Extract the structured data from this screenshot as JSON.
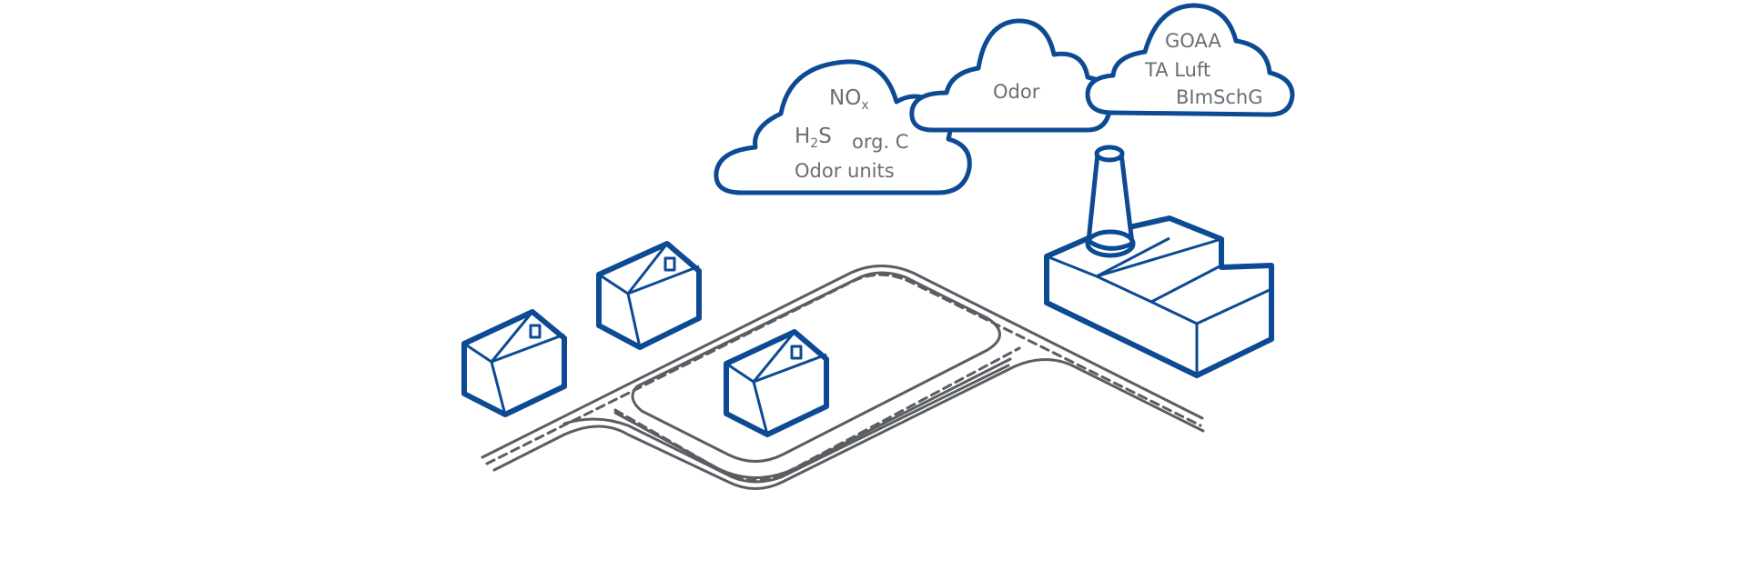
{
  "colors": {
    "outline": "#0d4a94",
    "road": "#5a5d62",
    "text": "#6a6d72"
  },
  "clouds": {
    "left": {
      "no_main": "NO",
      "no_sub": "x",
      "h2s_h": "H",
      "h2s_sub": "2",
      "h2s_s": "S",
      "org_c": "org. C",
      "odor_units": "Odor units"
    },
    "middle": {
      "odor": "Odor"
    },
    "right": {
      "goaa": "GOAA",
      "ta_luft": "TA Luft",
      "bimschg": "BImSchG"
    }
  },
  "icons": {
    "houses": [
      "house-icon",
      "house-icon",
      "house-icon"
    ],
    "factory": "factory-icon",
    "chimney": "chimney-icon",
    "road": "road-icon"
  }
}
